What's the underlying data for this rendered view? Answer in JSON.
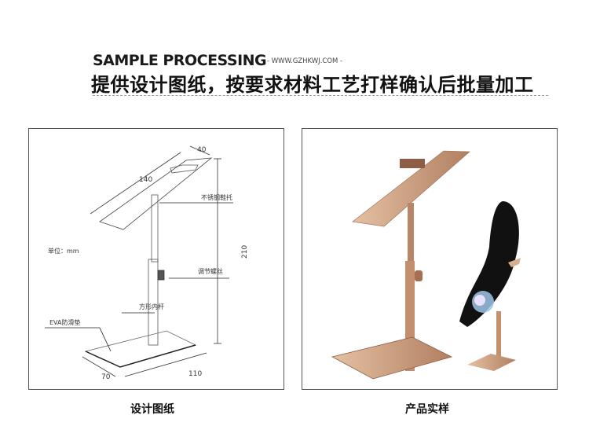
{
  "header": {
    "title_en": "SAMPLE PROCESSING",
    "url": "- WWW.GZHKWJ.COM -",
    "title_cn": "提供设计图纸，按要求材料工艺打样确认后批量加工"
  },
  "drawing": {
    "dim_top": "40",
    "dim_length": "140",
    "dim_height": "210",
    "dim_width": "70",
    "dim_depth": "110",
    "unit": "单位：mm",
    "label_tray": "不锈钢鞋托",
    "label_screw": "调节螺丝",
    "label_rod": "方形内杆",
    "label_pad": "EVA防滑垫"
  },
  "captions": {
    "left": "设计图纸",
    "right": "产品实样"
  },
  "colors": {
    "rose_gold": "#c99a7a",
    "rose_dark": "#8d5e45"
  }
}
